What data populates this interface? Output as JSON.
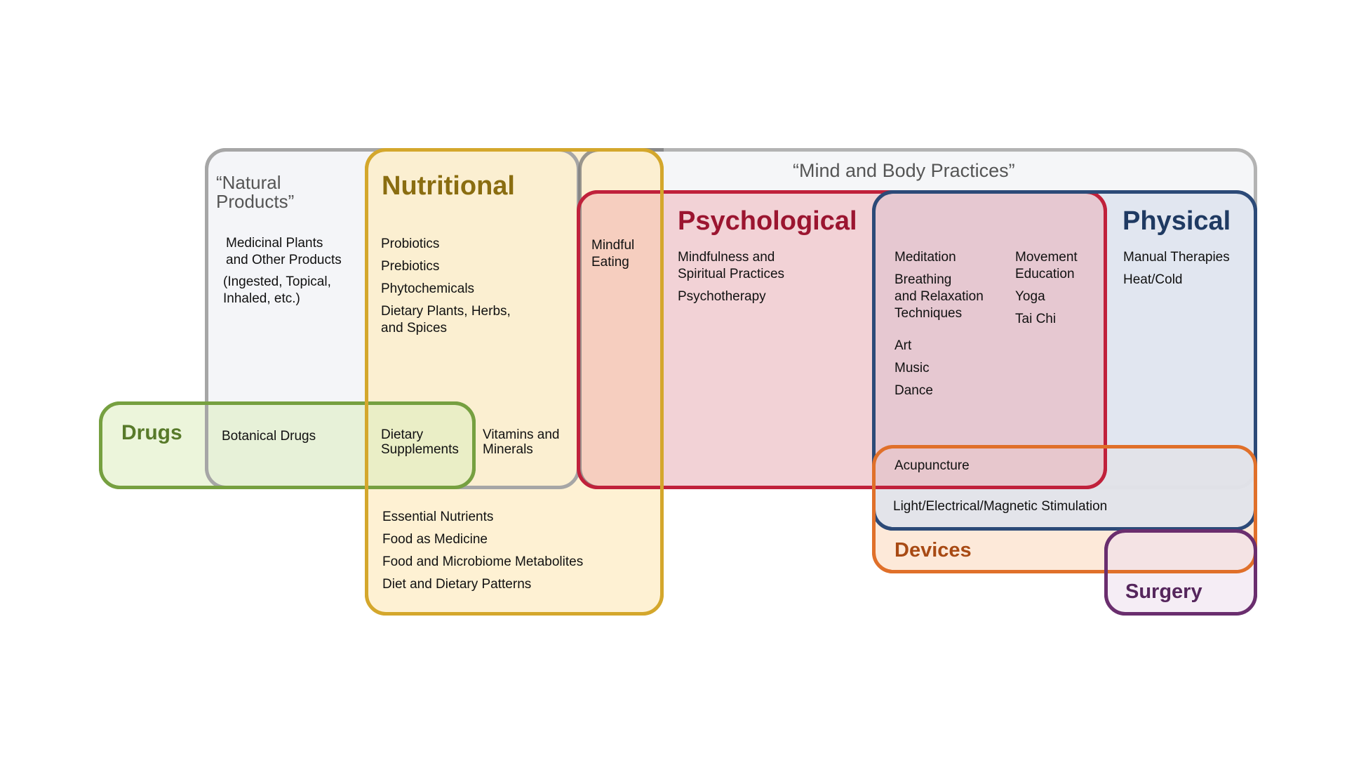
{
  "colors": {
    "natural": "#a6a6a6",
    "nutritional": "#d4a72c",
    "mindbody": "#b3b3b3",
    "psychological": "#c0213b",
    "physical": "#2c4a78",
    "devices": "#e0702a",
    "surgery": "#6a2e6e",
    "drugs": "#76a040"
  },
  "natural_products": {
    "title": "“Natural\n Products”",
    "items": [
      "Medicinal Plants\nand Other Products",
      "(Ingested, Topical,\n Inhaled, etc.)"
    ]
  },
  "nutritional": {
    "title": "Nutritional",
    "items": [
      "Probiotics",
      "Prebiotics",
      "Phytochemicals",
      "Dietary Plants, Herbs,\nand Spices"
    ],
    "lower_items": [
      "Essential Nutrients",
      "Food as Medicine",
      "Food and Microbiome Metabolites",
      "Diet and Dietary Patterns"
    ],
    "vitamins": "Vitamins and\nMinerals"
  },
  "mind_body": {
    "title": "“Mind and Body Practices”"
  },
  "mindful_eating": "Mindful\nEating",
  "psychological": {
    "title": "Psychological",
    "items": [
      "Mindfulness and\nSpiritual Practices",
      "Psychotherapy"
    ]
  },
  "overlap": {
    "col1": [
      "Meditation",
      "Breathing\nand Relaxation\nTechniques"
    ],
    "col2": [
      "Movement\nEducation",
      "Yoga",
      "Tai Chi"
    ],
    "arts": [
      "Art",
      "Music",
      "Dance"
    ]
  },
  "physical": {
    "title": "Physical",
    "items": [
      "Manual Therapies",
      "Heat/Cold"
    ]
  },
  "drugs": {
    "title": "Drugs",
    "botanical": "Botanical Drugs",
    "supplements": "Dietary\nSupplements"
  },
  "devices": {
    "title": "Devices",
    "acupuncture": "Acupuncture",
    "stimulation": "Light/Electrical/Magnetic Stimulation"
  },
  "surgery": {
    "title": "Surgery"
  }
}
